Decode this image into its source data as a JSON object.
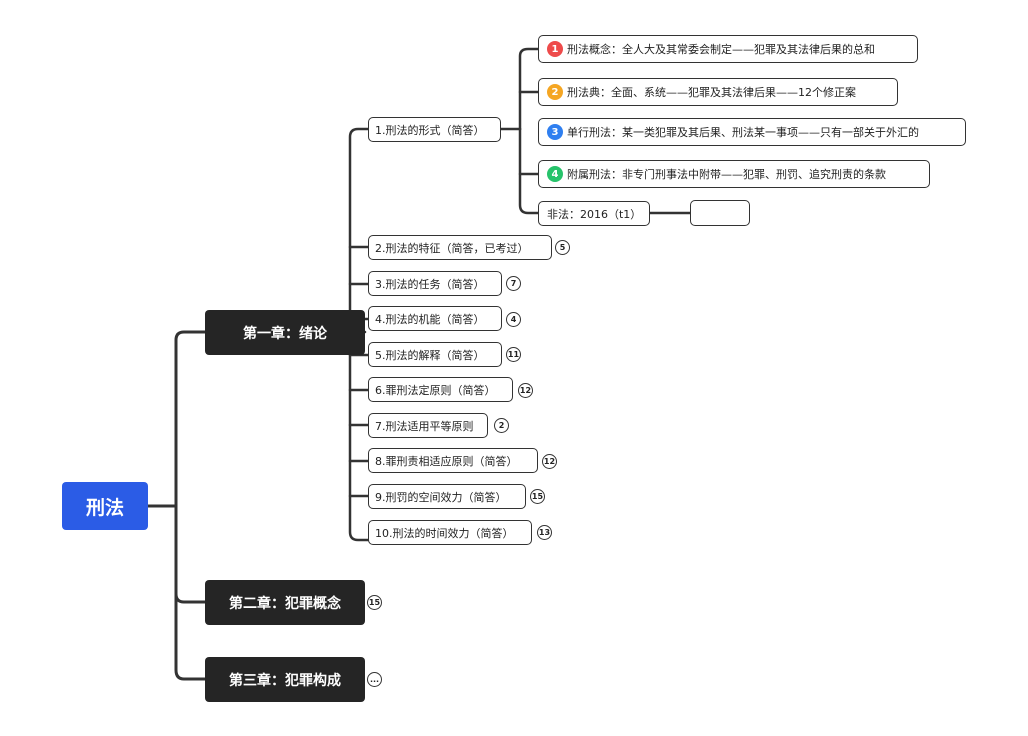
{
  "root": "刑法",
  "chapters": [
    {
      "label": "第一章：绪论"
    },
    {
      "label": "第二章：犯罪概念",
      "badge": "15"
    },
    {
      "label": "第三章：犯罪构成",
      "badge": "..."
    }
  ],
  "sections": [
    {
      "label": "1.刑法的形式（简答）"
    },
    {
      "label": "2.刑法的特征（简答，已考过）",
      "badge": "5"
    },
    {
      "label": "3.刑法的任务（简答）",
      "badge": "7"
    },
    {
      "label": "4.刑法的机能（简答）",
      "badge": "4"
    },
    {
      "label": "5.刑法的解释（简答）",
      "badge": "11"
    },
    {
      "label": "6.罪刑法定原则（简答）",
      "badge": "12"
    },
    {
      "label": "7.刑法适用平等原则",
      "badge": "2"
    },
    {
      "label": "8.罪刑责相适应原则（简答）",
      "badge": "12"
    },
    {
      "label": "9.刑罚的空间效力（简答）",
      "badge": "15"
    },
    {
      "label": "10.刑法的时间效力（简答）",
      "badge": "13"
    }
  ],
  "forms": [
    {
      "num": "1",
      "color": "#ee4b4b",
      "label": "刑法概念：全人大及其常委会制定——犯罪及其法律后果的总和"
    },
    {
      "num": "2",
      "color": "#f5a623",
      "label": "刑法典：全面、系统——犯罪及其法律后果——12个修正案"
    },
    {
      "num": "3",
      "color": "#2f7ff0",
      "label": "单行刑法：某一类犯罪及其后果、刑法某一事项——只有一部关于外汇的"
    },
    {
      "num": "4",
      "color": "#27c36b",
      "label": "附属刑法：非专门刑事法中附带——犯罪、刑罚、追究刑责的条款"
    },
    {
      "label": "非法：2016（t1）"
    }
  ]
}
